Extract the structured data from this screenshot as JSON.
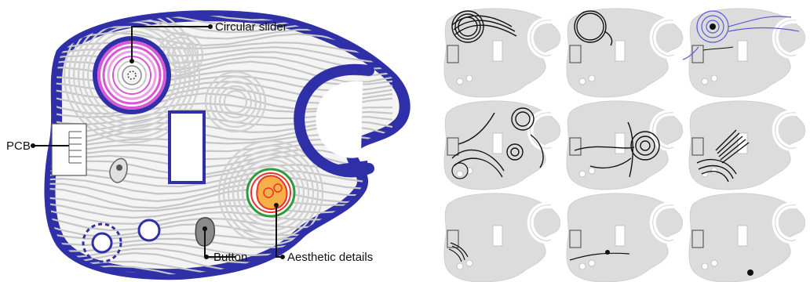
{
  "callouts": {
    "circular_slider": "Circular slider",
    "pcb": "PCB",
    "button": "Button",
    "aesthetic_details": "Aesthetic details"
  },
  "colors": {
    "outline": "#2f2fa8",
    "body_fill": "#f4f4f4",
    "contour": "#c6c6c6",
    "slider_pink": "#d957d6",
    "aesthetic_orange": "#f5b04a",
    "aesthetic_red": "#e8332a",
    "aesthetic_green": "#2e9a3c",
    "thumb_body": "#dcdcdc",
    "thumb_trace": "#111111",
    "thumb_blue": "#5b5bd6"
  },
  "grid": {
    "rows": 3,
    "cols": 3
  }
}
